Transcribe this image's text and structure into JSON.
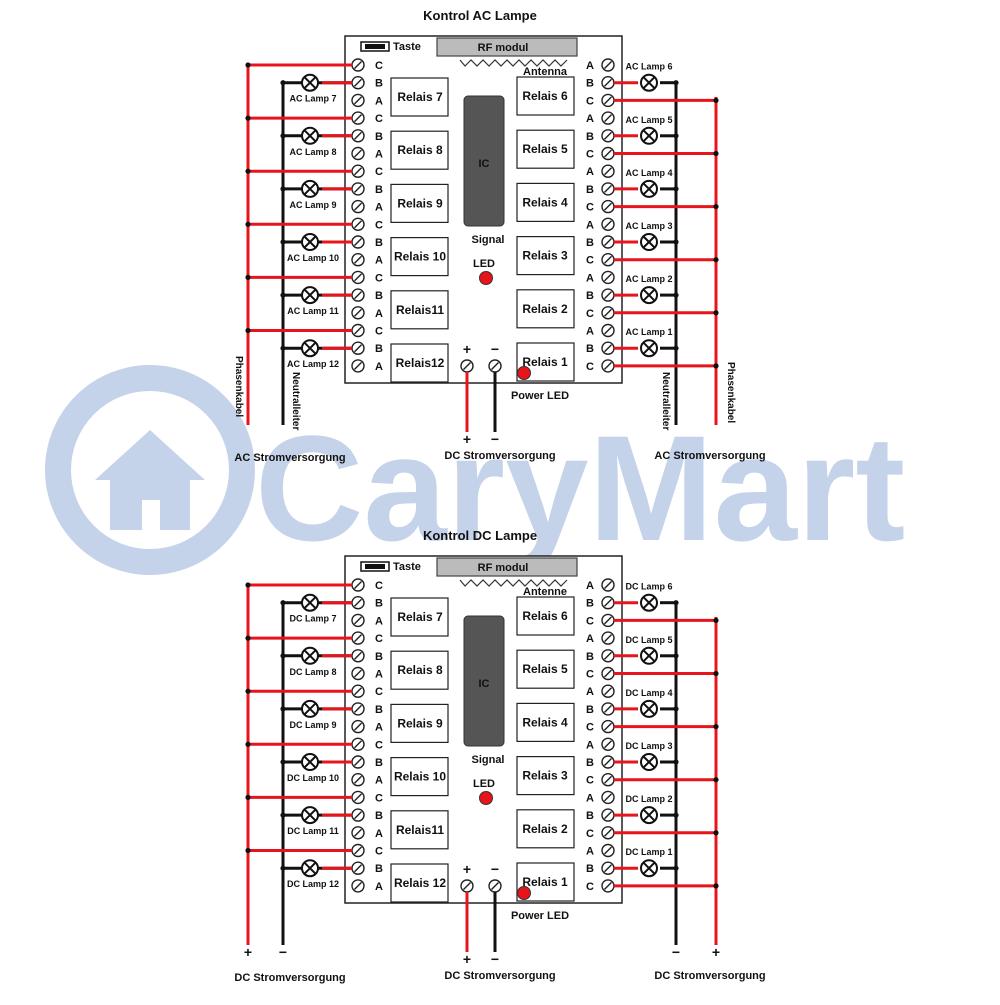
{
  "watermark": "CaryMart",
  "colors": {
    "phase": "#e8141c",
    "neutral": "#111111",
    "board": "#ffffff",
    "watermark": "#c5d3ea"
  },
  "boards": [
    {
      "title": "Kontrol AC Lampe",
      "button_label": "Taste",
      "rf_label": "RF modul",
      "antenna_label": "Antenna",
      "ic_label": "IC",
      "signal_label": "Signal",
      "led_label": "LED",
      "power_led_label": "Power LED",
      "plus": "+",
      "minus": "−",
      "left_relays": [
        "Relais 7",
        "Relais 8",
        "Relais 9",
        "Relais 10",
        "Relais11",
        "Relais12"
      ],
      "right_relays": [
        "Relais 6",
        "Relais 5",
        "Relais 4",
        "Relais 3",
        "Relais 2",
        "Relais 1"
      ],
      "left_lamps": [
        "AC Lamp 7",
        "AC Lamp 8",
        "AC Lamp 9",
        "AC Lamp 10",
        "AC Lamp 11",
        "AC Lamp 12"
      ],
      "right_lamps": [
        "AC Lamp 6",
        "AC Lamp 5",
        "AC Lamp 4",
        "AC Lamp 3",
        "AC Lamp 2",
        "AC Lamp 1"
      ],
      "left_wire_labels": [
        "Phasenkabel",
        "Neutralleiter"
      ],
      "right_wire_labels": [
        "Neutralleiter",
        "Phasenkabel"
      ],
      "left_supply": "AC Stromversorgung",
      "center_supply": "DC Stromversorgung",
      "right_supply": "AC Stromversorgung",
      "left_end_signs": [
        "",
        ""
      ],
      "right_end_signs": [
        "",
        ""
      ]
    },
    {
      "title": "Kontrol DC Lampe",
      "button_label": "Taste",
      "rf_label": "RF modul",
      "antenna_label": "Antenne",
      "ic_label": "IC",
      "signal_label": "Signal",
      "led_label": "LED",
      "power_led_label": "Power LED",
      "plus": "+",
      "minus": "−",
      "left_relays": [
        "Relais 7",
        "Relais 8",
        "Relais 9",
        "Relais 10",
        "Relais11",
        "Relais 12"
      ],
      "right_relays": [
        "Relais 6",
        "Relais 5",
        "Relais 4",
        "Relais 3",
        "Relais 2",
        "Relais 1"
      ],
      "left_lamps": [
        "DC Lamp 7",
        "DC Lamp 8",
        "DC Lamp 9",
        "DC Lamp 10",
        "DC Lamp 11",
        "DC Lamp 12"
      ],
      "right_lamps": [
        "DC Lamp 6",
        "DC Lamp 5",
        "DC Lamp 4",
        "DC Lamp 3",
        "DC Lamp 2",
        "DC Lamp 1"
      ],
      "left_wire_labels": [
        "",
        ""
      ],
      "right_wire_labels": [
        "",
        ""
      ],
      "left_supply": "DC Stromversorgung",
      "center_supply": "DC Stromversorgung",
      "right_supply": "DC Stromversorgung",
      "left_end_signs": [
        "+",
        "−"
      ],
      "right_end_signs": [
        "−",
        "+"
      ]
    }
  ]
}
